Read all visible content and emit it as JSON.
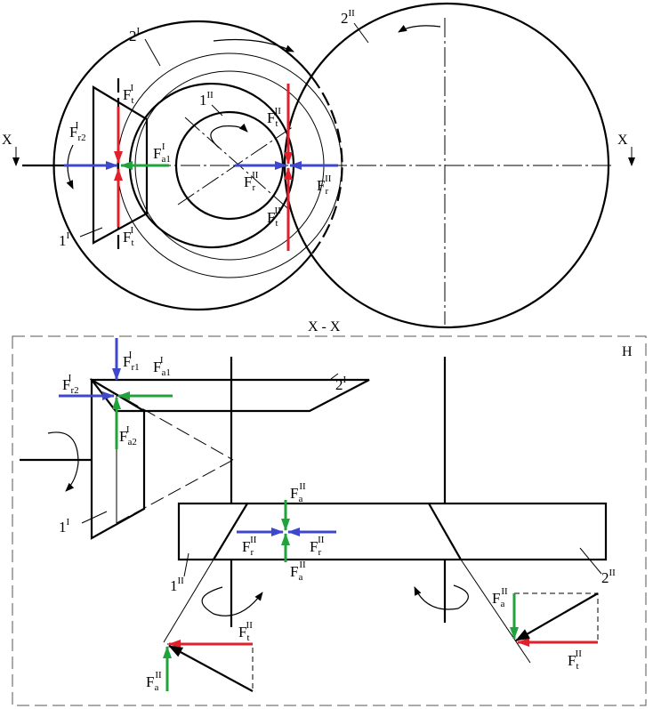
{
  "colors": {
    "ink": "#000000",
    "radial": "#3f48cc",
    "tangential": "#e0202a",
    "axial": "#1fa33a",
    "frame": "#555555"
  },
  "view_top": {
    "section_mark_left": "X",
    "section_mark_right": "X",
    "gear_labels": {
      "g2I": {
        "base": "2",
        "sup": "I"
      },
      "g2II": {
        "base": "2",
        "sup": "II"
      },
      "g1II": {
        "base": "1",
        "sup": "II"
      },
      "g1I": {
        "base": "1",
        "sup": "I"
      }
    },
    "force_labels": {
      "fr2I": {
        "base": "F",
        "sub": "r2",
        "sup": "I"
      },
      "ftI_top": {
        "base": "F",
        "sub": "t",
        "sup": "I"
      },
      "ftI_bot": {
        "base": "F",
        "sub": "t",
        "sup": "I"
      },
      "fa1I": {
        "base": "F",
        "sub": "a1",
        "sup": "I"
      },
      "ftII_top": {
        "base": "F",
        "sub": "t",
        "sup": "II"
      },
      "ftII_bot": {
        "base": "F",
        "sub": "t",
        "sup": "II"
      },
      "frII_in": {
        "base": "F",
        "sub": "r",
        "sup": "II"
      },
      "frII_out": {
        "base": "F",
        "sub": "r",
        "sup": "II"
      }
    }
  },
  "view_section": {
    "title": "X - X",
    "frame_label": "H",
    "gear_labels": {
      "g2I": {
        "base": "2",
        "sup": "I"
      },
      "g1I": {
        "base": "1",
        "sup": "I"
      },
      "g1II": {
        "base": "1",
        "sup": "II"
      },
      "g2II": {
        "base": "2",
        "sup": "II"
      }
    },
    "force_labels": {
      "fr1I": {
        "base": "F",
        "sub": "r1",
        "sup": "I"
      },
      "fa1I": {
        "base": "F",
        "sub": "a1",
        "sup": "I"
      },
      "fr2I": {
        "base": "F",
        "sub": "r2",
        "sup": "I"
      },
      "fa2I": {
        "base": "F",
        "sub": "a2",
        "sup": "I"
      },
      "faII_top": {
        "base": "F",
        "sub": "a",
        "sup": "II"
      },
      "faII_bot": {
        "base": "F",
        "sub": "a",
        "sup": "II"
      },
      "frII_left": {
        "base": "F",
        "sub": "r",
        "sup": "II"
      },
      "frII_right": {
        "base": "F",
        "sub": "r",
        "sup": "II"
      },
      "ftII_left": {
        "base": "F",
        "sub": "t",
        "sup": "II"
      },
      "faII_left": {
        "base": "F",
        "sub": "a",
        "sup": "II"
      },
      "faII_right": {
        "base": "F",
        "sub": "a",
        "sup": "II"
      },
      "ftII_right": {
        "base": "F",
        "sub": "t",
        "sup": "II"
      }
    }
  }
}
